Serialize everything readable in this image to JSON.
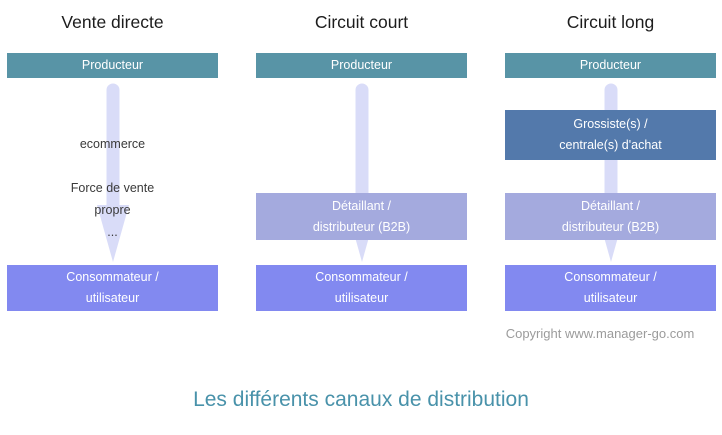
{
  "colors": {
    "producer_box": "#5894a6",
    "wholesaler_box": "#5379ab",
    "retailer_box": "#a4aade",
    "consumer_box": "#8289f0",
    "arrow": "#d9ddf8",
    "title_text": "#4992aa",
    "copyright_text": "#9b9b9b"
  },
  "columns": [
    {
      "header": "Vente directe",
      "arrow_labels": [
        "ecommerce",
        "Force de vente",
        "propre",
        "..."
      ],
      "boxes": [
        {
          "name": "producteur",
          "lines": [
            "Producteur"
          ]
        },
        {
          "name": "consommateur",
          "lines": [
            "Consommateur /",
            "utilisateur"
          ]
        }
      ]
    },
    {
      "header": "Circuit court",
      "boxes": [
        {
          "name": "producteur",
          "lines": [
            "Producteur"
          ]
        },
        {
          "name": "detaillant",
          "lines": [
            "Détaillant /",
            "distributeur (B2B)"
          ]
        },
        {
          "name": "consommateur",
          "lines": [
            "Consommateur /",
            "utilisateur"
          ]
        }
      ]
    },
    {
      "header": "Circuit long",
      "boxes": [
        {
          "name": "producteur",
          "lines": [
            "Producteur"
          ]
        },
        {
          "name": "grossiste",
          "lines": [
            "Grossiste(s) /",
            "centrale(s) d'achat"
          ]
        },
        {
          "name": "detaillant",
          "lines": [
            "Détaillant /",
            "distributeur (B2B)"
          ]
        },
        {
          "name": "consommateur",
          "lines": [
            "Consommateur /",
            "utilisateur"
          ]
        }
      ]
    }
  ],
  "footer": {
    "copyright": "Copyright www.manager-go.com",
    "title": "Les différents canaux de distribution"
  }
}
